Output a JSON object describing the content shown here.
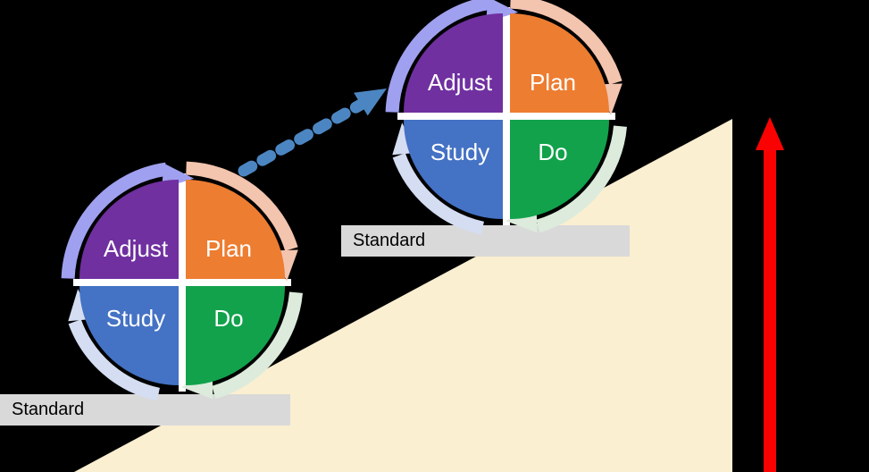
{
  "diagram": {
    "wheel": {
      "adjust": "Adjust",
      "plan": "Plan",
      "study": "Study",
      "do": "Do"
    },
    "standard_lower": "Standard",
    "standard_upper": "Standard"
  },
  "colors": {
    "background": "#000000",
    "adjust_fill": "#7030A0",
    "plan_fill": "#ED7D31",
    "study_fill": "#4472C4",
    "do_fill": "#12A24C",
    "adjust_arc": "#A0A0F0",
    "plan_arc": "#F3C4AE",
    "study_arc": "#D4DDF1",
    "do_arc": "#DCEBDC",
    "wheel_divider": "#FFFFFF",
    "wheel_text": "#FFFFFF",
    "standard_bg": "#D9D9D9",
    "standard_text": "#000000",
    "ramp_fill": "#FAEFD1",
    "improvement_arrow": "#4C86C2",
    "performance_arrow": "#FA0202"
  }
}
